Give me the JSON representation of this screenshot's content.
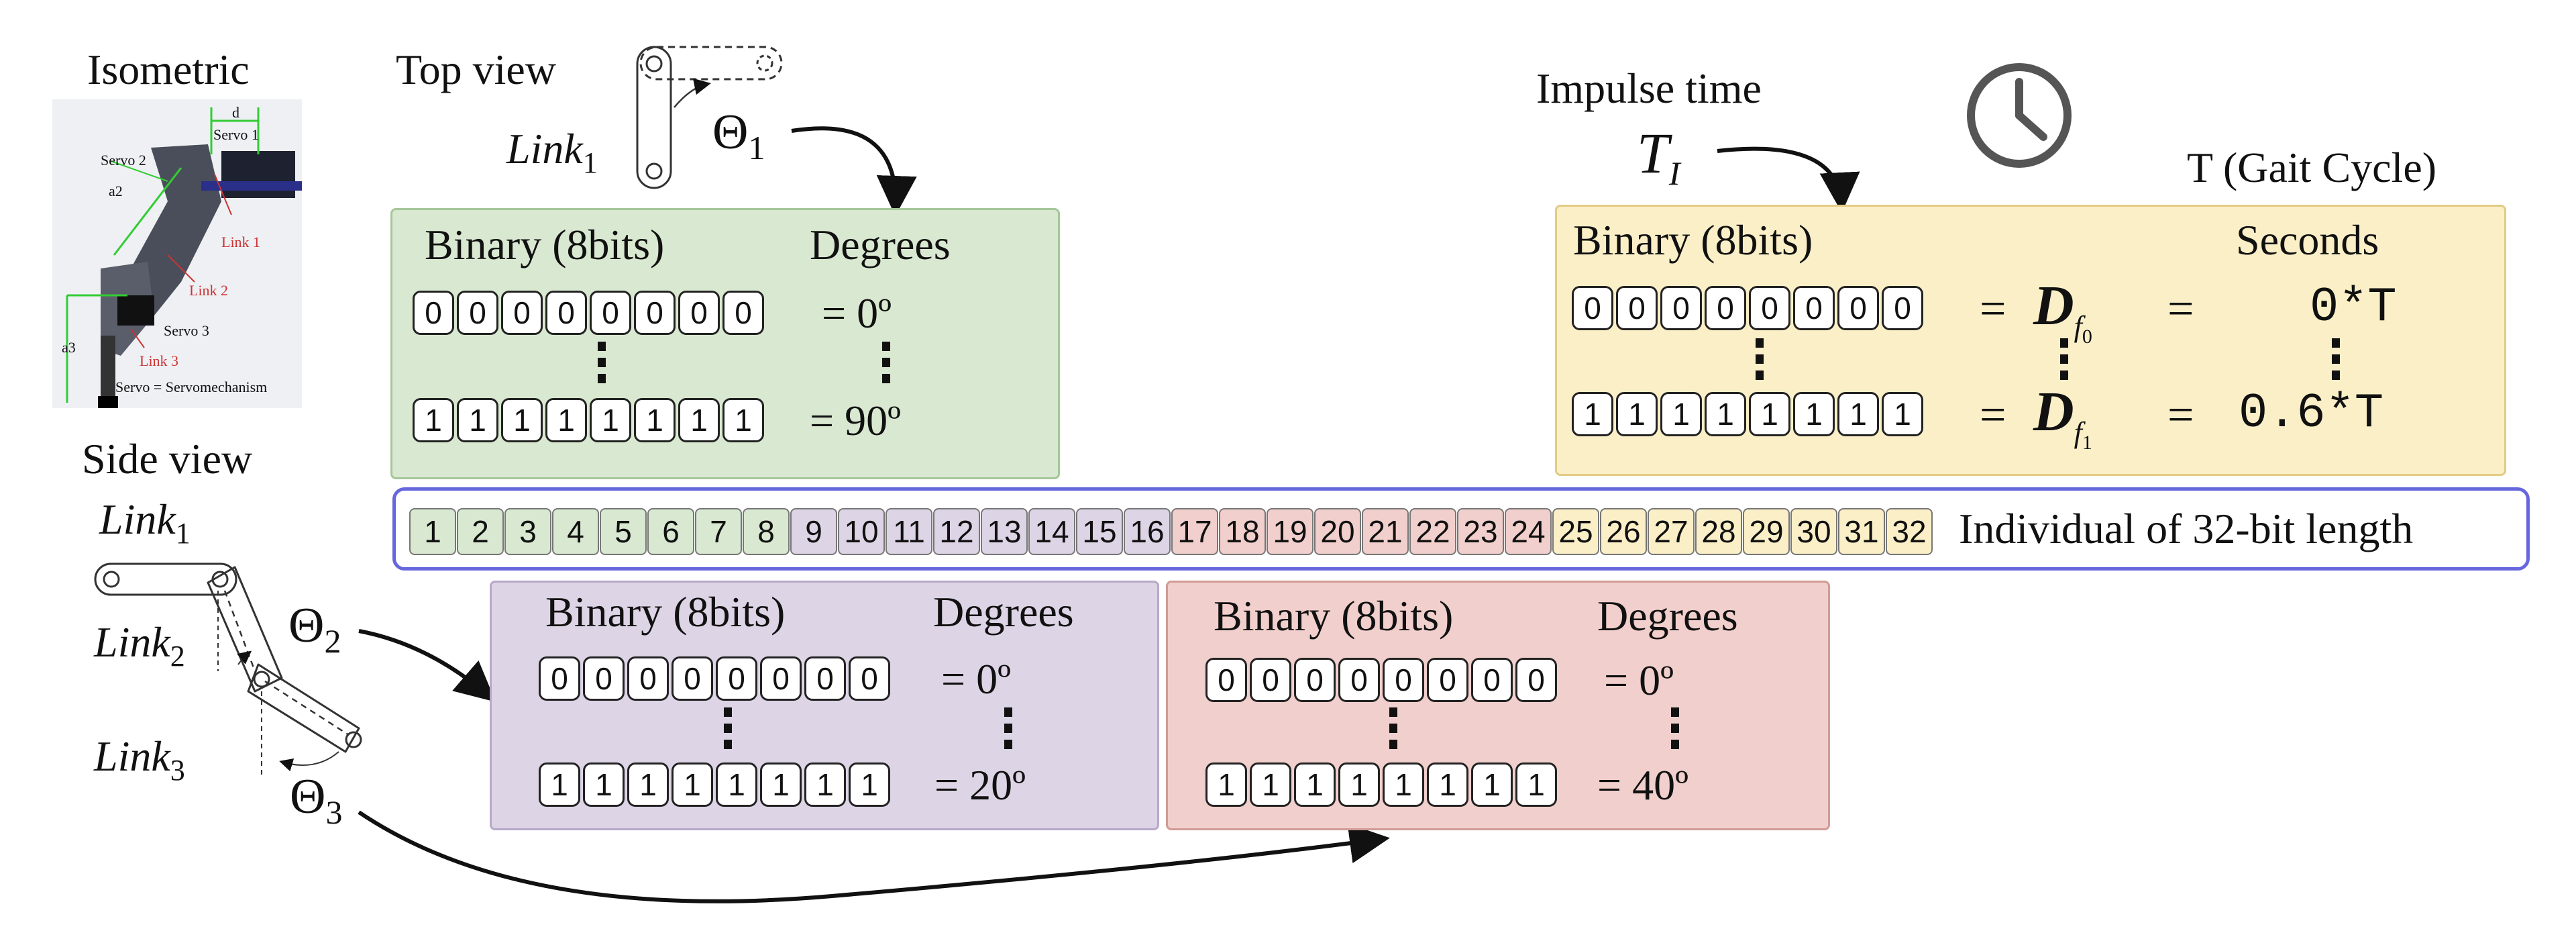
{
  "colors": {
    "green": "#d9e8d0",
    "purple": "#ddd4e6",
    "red": "#f1cfcc",
    "yellow": "#fbefc7",
    "strip_border": "#6666dd"
  },
  "isometric": {
    "title": "Isometric",
    "labels": {
      "d": "d",
      "servo1": "Servo 1",
      "servo2": "Servo 2",
      "a2": "a2",
      "link1": "Link 1",
      "link2": "Link 2",
      "servo3": "Servo 3",
      "a3": "a3",
      "link3": "Link 3",
      "caption": "Servo = Servomechanism"
    }
  },
  "top_view": {
    "title": "Top view",
    "link": "Link",
    "link_sub": "1",
    "theta": "Θ",
    "theta_sub": "1"
  },
  "side_view": {
    "title": "Side view",
    "links": [
      {
        "name": "Link",
        "sub": "1"
      },
      {
        "name": "Link",
        "sub": "2"
      },
      {
        "name": "Link",
        "sub": "3"
      }
    ],
    "theta2": {
      "sym": "Θ",
      "sub": "2"
    },
    "theta3": {
      "sym": "Θ",
      "sub": "3"
    }
  },
  "impulse": {
    "title": "Impulse time",
    "sym": "T",
    "sub": "I",
    "gait": "T (Gait Cycle)"
  },
  "panels": {
    "theta1": {
      "header_left": "Binary (8bits)",
      "header_right": "Degrees",
      "row_top": {
        "bits": [
          "0",
          "0",
          "0",
          "0",
          "0",
          "0",
          "0",
          "0"
        ],
        "value": "= 0º"
      },
      "row_bottom": {
        "bits": [
          "1",
          "1",
          "1",
          "1",
          "1",
          "1",
          "1",
          "1"
        ],
        "value": "= 90º"
      }
    },
    "theta2": {
      "header_left": "Binary (8bits)",
      "header_right": "Degrees",
      "row_top": {
        "bits": [
          "0",
          "0",
          "0",
          "0",
          "0",
          "0",
          "0",
          "0"
        ],
        "value": "= 0º"
      },
      "row_bottom": {
        "bits": [
          "1",
          "1",
          "1",
          "1",
          "1",
          "1",
          "1",
          "1"
        ],
        "value": "= 20º"
      }
    },
    "theta3": {
      "header_left": "Binary (8bits)",
      "header_right": "Degrees",
      "row_top": {
        "bits": [
          "0",
          "0",
          "0",
          "0",
          "0",
          "0",
          "0",
          "0"
        ],
        "value": "= 0º"
      },
      "row_bottom": {
        "bits": [
          "1",
          "1",
          "1",
          "1",
          "1",
          "1",
          "1",
          "1"
        ],
        "value": "= 40º"
      }
    },
    "impulse": {
      "header_left": "Binary (8bits)",
      "header_right": "Seconds",
      "row_top": {
        "bits": [
          "0",
          "0",
          "0",
          "0",
          "0",
          "0",
          "0",
          "0"
        ],
        "d": "D",
        "d_sub": "f",
        "d_subsub": "0",
        "value": "0*T"
      },
      "row_bottom": {
        "bits": [
          "1",
          "1",
          "1",
          "1",
          "1",
          "1",
          "1",
          "1"
        ],
        "d": "D",
        "d_sub": "f",
        "d_subsub": "1",
        "value": "0.6*T"
      }
    }
  },
  "individual": {
    "label": "Individual of 32-bit length",
    "cells": [
      "1",
      "2",
      "3",
      "4",
      "5",
      "6",
      "7",
      "8",
      "9",
      "10",
      "11",
      "12",
      "13",
      "14",
      "15",
      "16",
      "17",
      "18",
      "19",
      "20",
      "21",
      "22",
      "23",
      "24",
      "25",
      "26",
      "27",
      "28",
      "29",
      "30",
      "31",
      "32"
    ]
  }
}
